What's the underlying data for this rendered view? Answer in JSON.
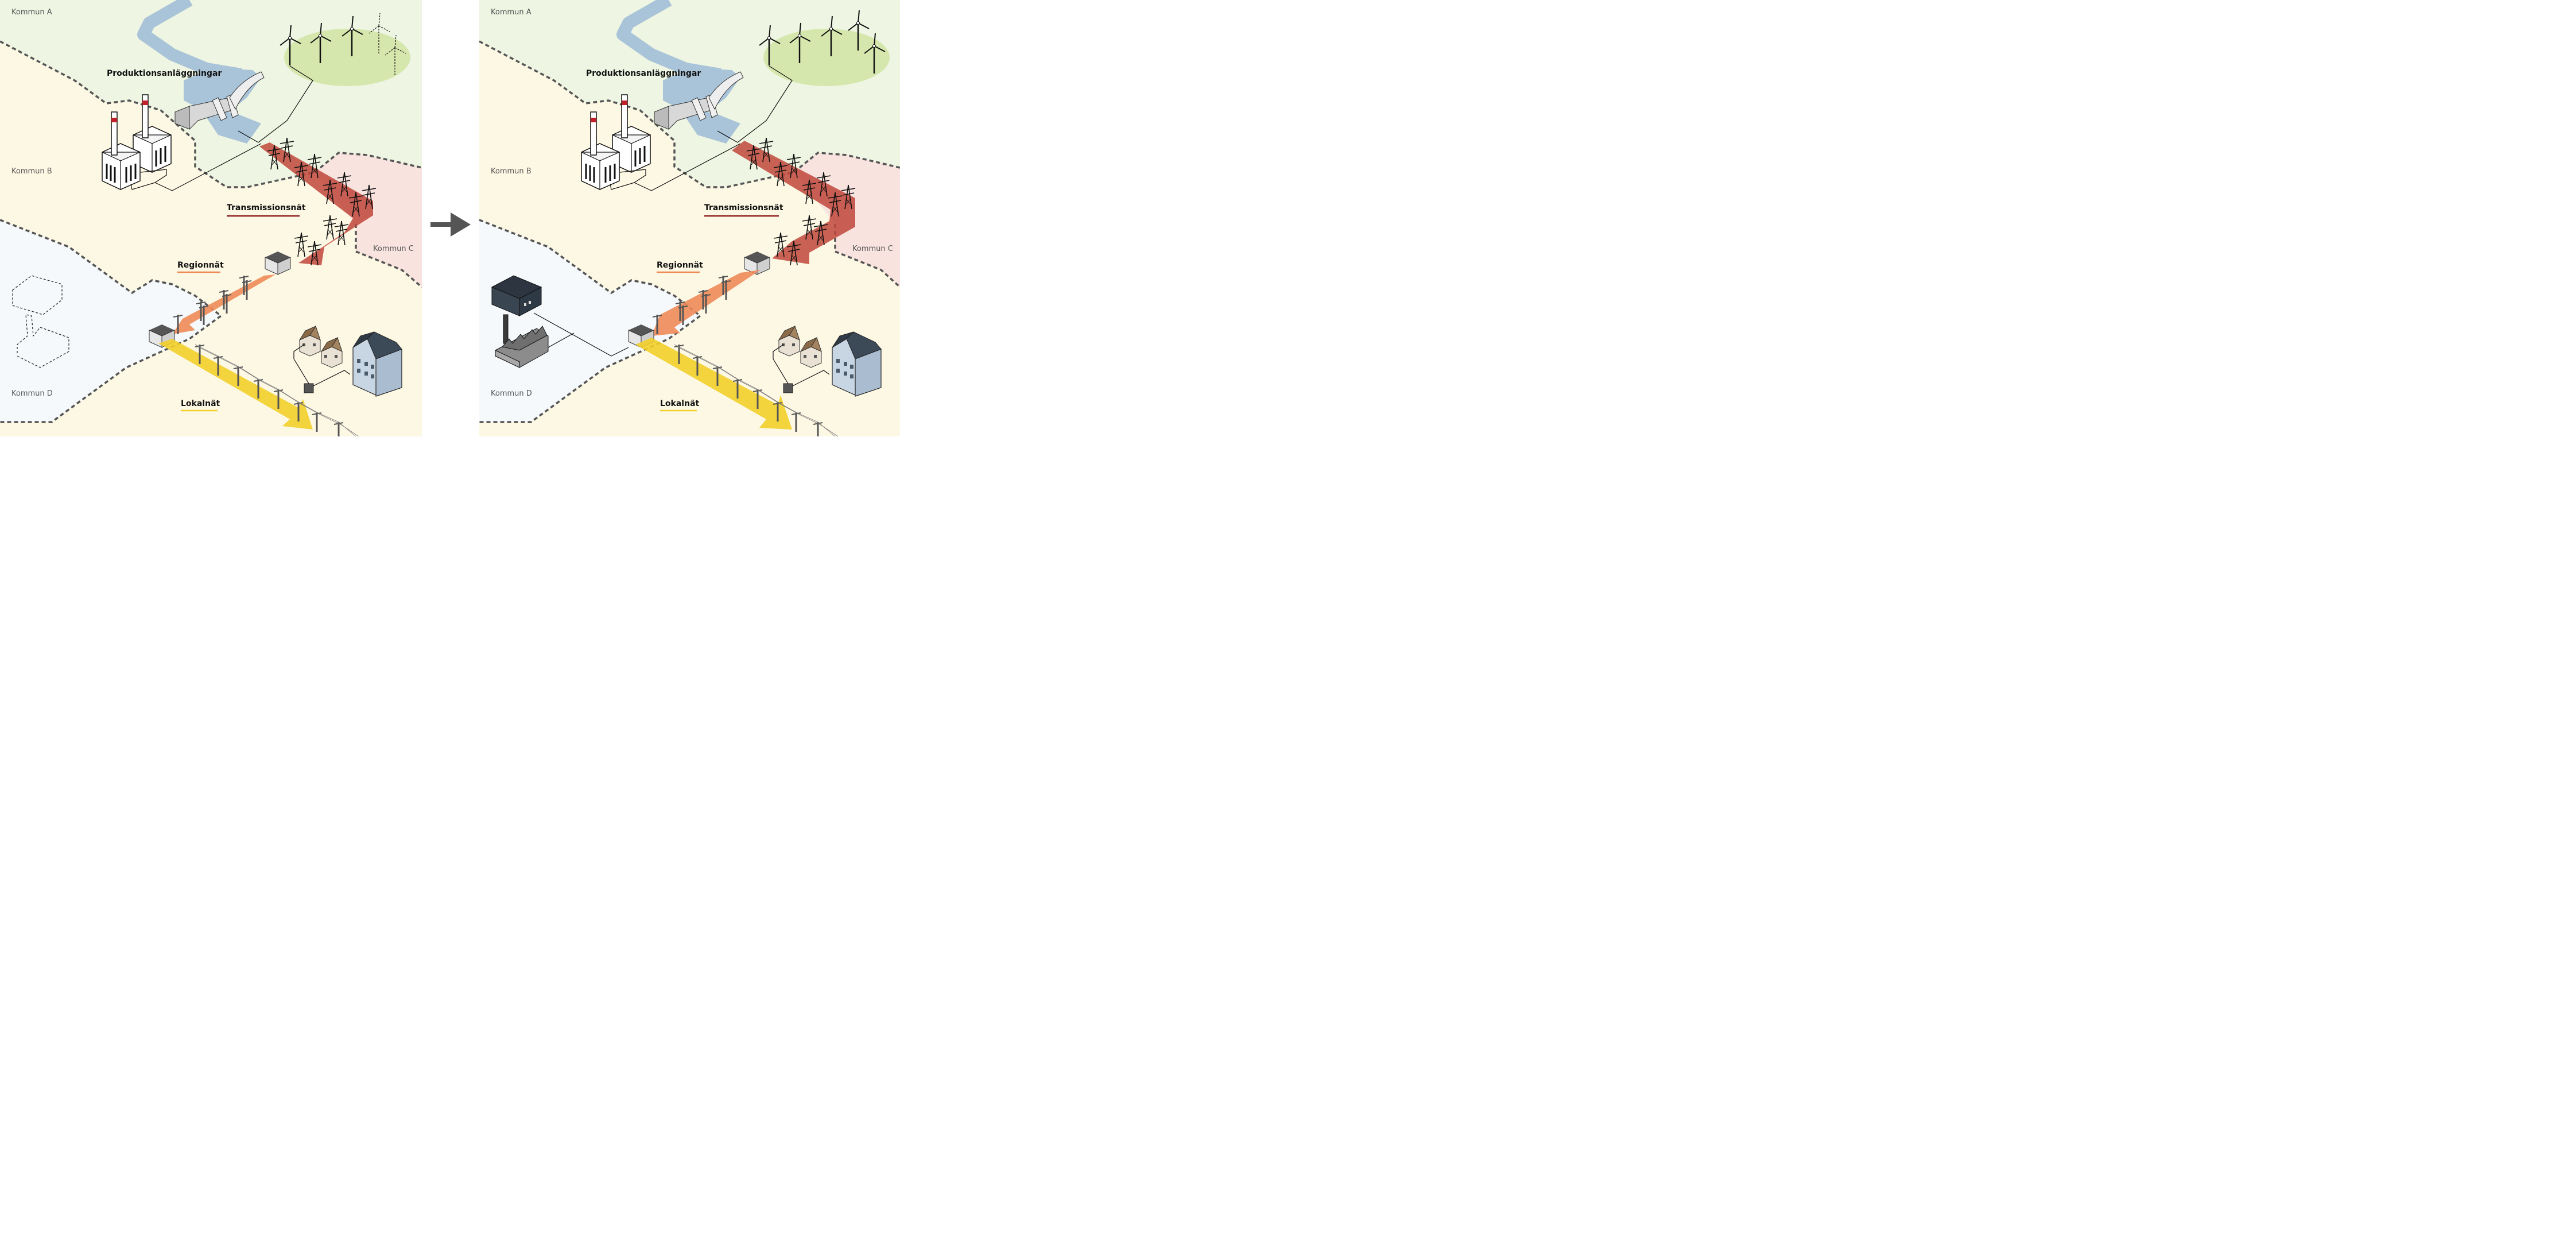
{
  "panels": [
    {
      "kommun_a": "Kommun A",
      "kommun_b": "Kommun B",
      "kommun_c": "Kommun C",
      "kommun_d": "Kommun D",
      "production": "Produktionsanläggningar",
      "transmission": "Transmissionsnät",
      "regional": "Regionnät",
      "local": "Lokalnät"
    },
    {
      "kommun_a": "Kommun A",
      "kommun_b": "Kommun B",
      "kommun_c": "Kommun C",
      "kommun_d": "Kommun D",
      "production": "Produktionsanläggningar",
      "transmission": "Transmissionsnät",
      "regional": "Regionnät",
      "local": "Lokalnät"
    }
  ],
  "colors": {
    "kommun_a_bg": "#eef5e2",
    "kommun_b_bg": "#fdf8e4",
    "kommun_c_bg": "#f8e3df",
    "kommun_d_bg": "#eef4fa",
    "water": "#a9c3d8",
    "wind_field": "#d6e7ad",
    "transmission": "#c0473b",
    "regional": "#ee8a57",
    "local": "#f2cf2a",
    "border": "#555555",
    "arrow": "#555555"
  },
  "icons": {
    "transition_arrow": "arrow-right-icon",
    "wind_turbine": "wind-turbine-icon",
    "hydro_dam": "dam-icon",
    "power_plant": "power-plant-icon",
    "substation": "substation-icon",
    "house": "house-icon",
    "apartment": "apartment-icon",
    "factory": "factory-icon",
    "datacenter": "datacenter-icon"
  }
}
